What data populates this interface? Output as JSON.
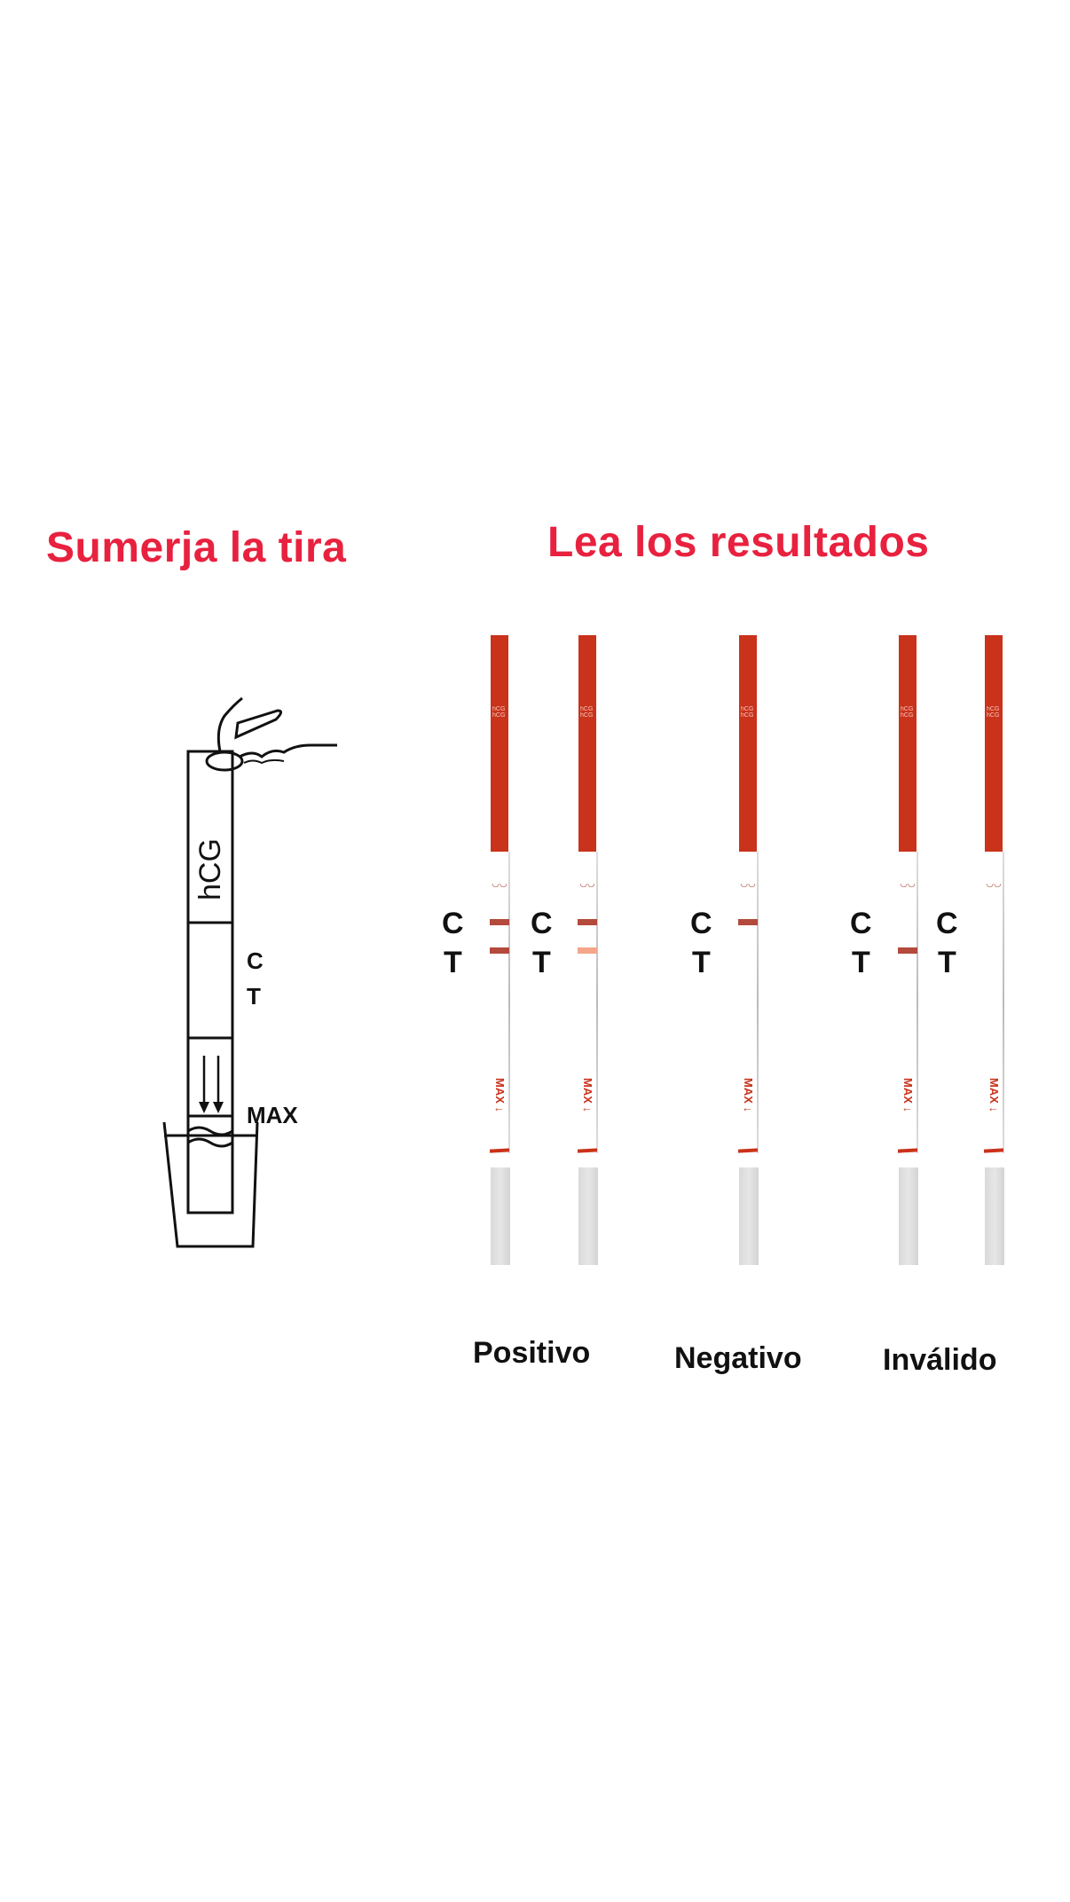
{
  "headings": {
    "left": "Sumerja la tira",
    "right": "Lea los resultados"
  },
  "illustration": {
    "strip_label": "hCG",
    "c_label": "C",
    "t_label": "T",
    "max_label": "MAX"
  },
  "strips": [
    {
      "c_label": "C",
      "t_label": "T",
      "c_line": "#b34a3c",
      "t_line": "#b34a3c",
      "max_text": "MAX ↓"
    },
    {
      "c_label": "C",
      "t_label": "T",
      "c_line": "#b34a3c",
      "t_line": "#f4a58a",
      "max_text": "MAX ↓"
    },
    {
      "c_label": "C",
      "t_label": "T",
      "c_line": "#b34a3c",
      "t_line": null,
      "max_text": "MAX ↓"
    },
    {
      "c_label": "C",
      "t_label": "T",
      "c_line": null,
      "t_line": "#b34a3c",
      "max_text": "MAX ↓"
    },
    {
      "c_label": "C",
      "t_label": "T",
      "c_line": null,
      "t_line": null,
      "max_text": "MAX ↓"
    }
  ],
  "results": {
    "positive": "Positivo",
    "negative": "Negativo",
    "invalid": "Inválido"
  },
  "colors": {
    "heading": "#e8213f",
    "strip_red": "#c9321b",
    "line_dark": "#b34a3c",
    "line_faint": "#f4a58a"
  }
}
